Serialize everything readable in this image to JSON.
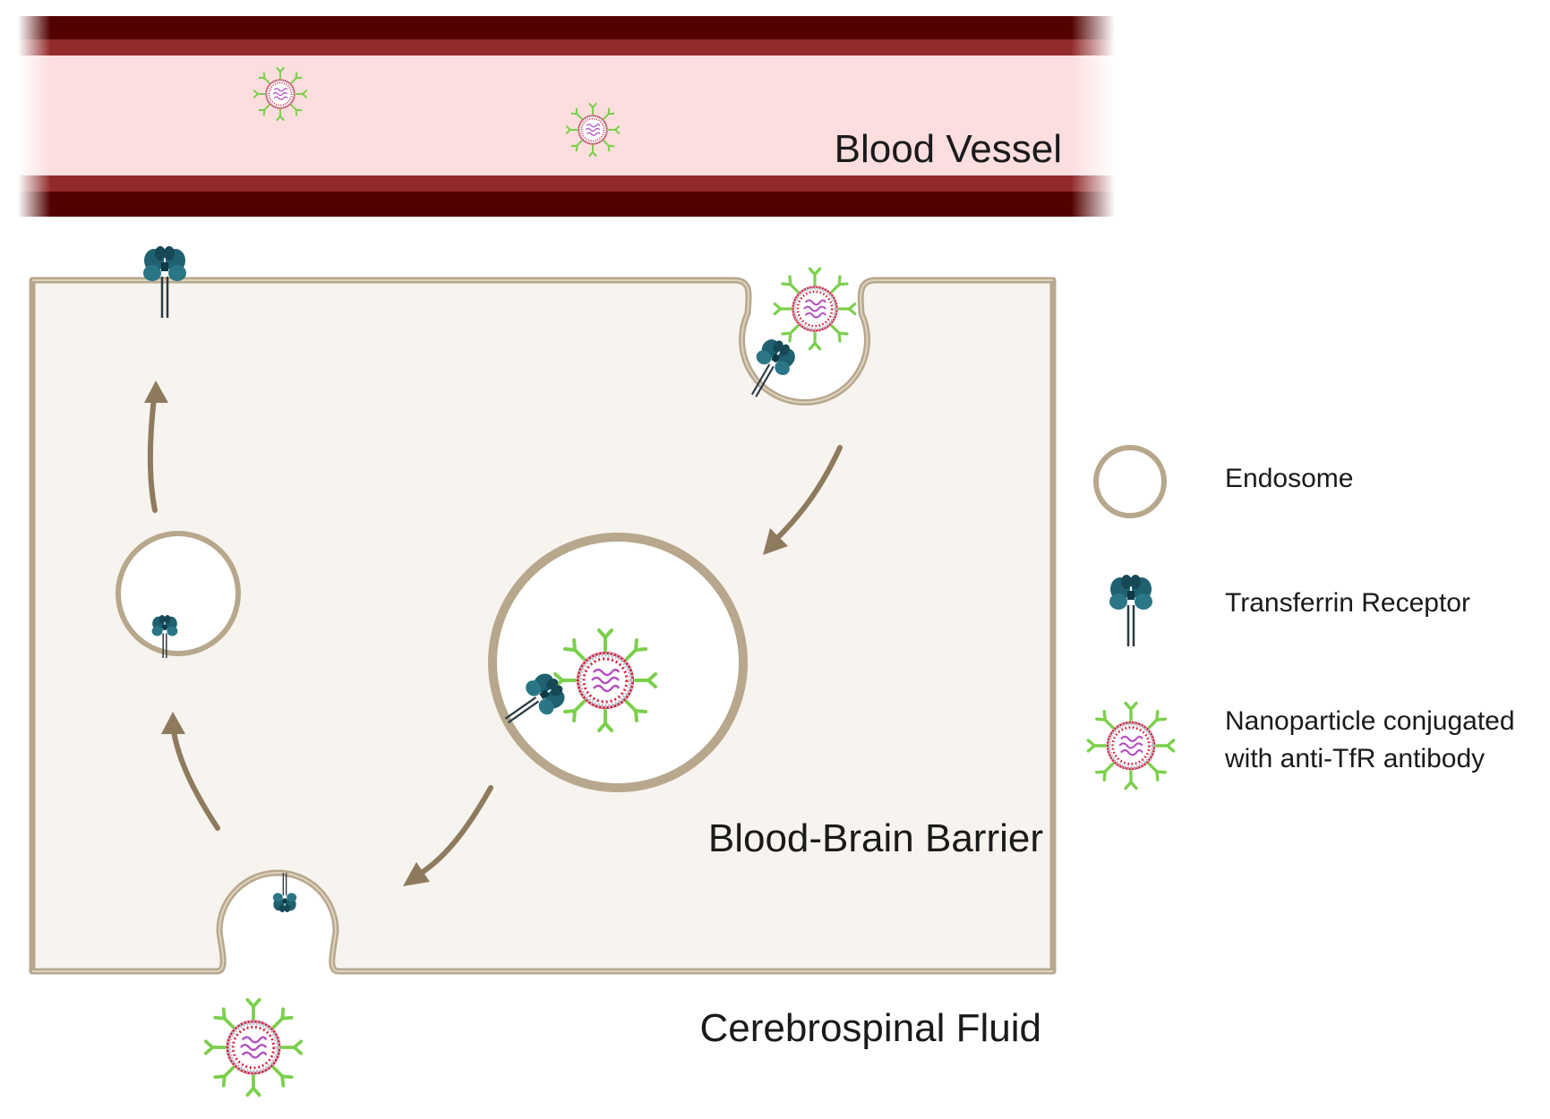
{
  "labels": {
    "blood_vessel": "Blood Vessel",
    "blood_brain_barrier": "Blood-Brain Barrier",
    "cerebrospinal_fluid": "Cerebrospinal Fluid"
  },
  "legend": {
    "endosome": "Endosome",
    "transferrin_receptor": "Transferrin Receptor",
    "nanoparticle_line1": "Nanoparticle conjugated",
    "nanoparticle_line2": "with anti-TfR antibody"
  },
  "colors": {
    "vessel_wall_dark": "#520000",
    "vessel_wall": "#922a2a",
    "vessel_lumen": "#fddede",
    "cell_fill": "#f7f3ee",
    "membrane": "#b7a78c",
    "receptor": "#1d5e6e",
    "antibody": "#7ccf4c",
    "lipid_head": "#d81e36",
    "payload": "#b14fbf",
    "arrow": "#8e7b5e"
  }
}
